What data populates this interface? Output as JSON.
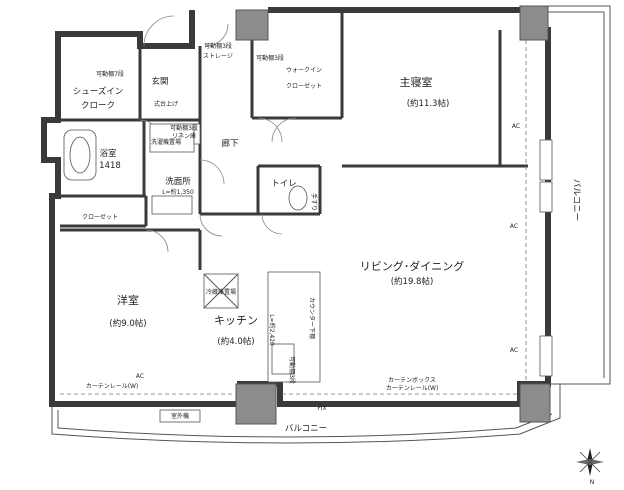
{
  "rooms": {
    "master_bedroom": "主寝室",
    "master_bedroom_area": "(約11.3帖)",
    "living_dining": "リビング･ダイニング",
    "living_dining_area": "(約19.8帖)",
    "western_room": "洋室",
    "western_room_area": "(約9.0帖)",
    "kitchen": "キッチン",
    "kitchen_area": "(約4.0帖)",
    "corridor": "廊下",
    "toilet": "トイレ",
    "bathroom": "浴室",
    "bathroom_size": "1418",
    "washroom": "洗面所",
    "washroom_note": "L=約1,350",
    "entrance": "玄関",
    "shoes_in_closet_1": "シューズイン",
    "shoes_in_closet_2": "クローク",
    "walk_in_closet_1": "ウォークイン",
    "walk_in_closet_2": "クローゼット",
    "closet": "クローゼット",
    "storage": "ストレージ",
    "balcony_south": "バルコニー",
    "balcony_east": "バルコニー"
  },
  "notes": {
    "movable_shelf_3": "可動棚3段",
    "movable_shelf_3b": "可動棚3段",
    "movable_shelf_7": "可動棚7段",
    "shelf_upper": "可動棚7段",
    "entry_step": "式台上げ",
    "laundry": "洗濯機置場",
    "linen": "可動棚3段",
    "linen2": "リネン庫",
    "fridge": "冷蔵庫置場",
    "counter": "カウンター下棚",
    "curtain_rail": "カーテンレール(W)",
    "curtain_box": "カーテンボックス",
    "curtain_rail2": "カーテンレール(W)",
    "outdoor_unit": "室外機",
    "ac": "AC",
    "fix": "FIX",
    "hand_rail": "手すり",
    "movable_kitchen": "可動棚3段",
    "height": "L=約2,420",
    "compass": "N"
  }
}
